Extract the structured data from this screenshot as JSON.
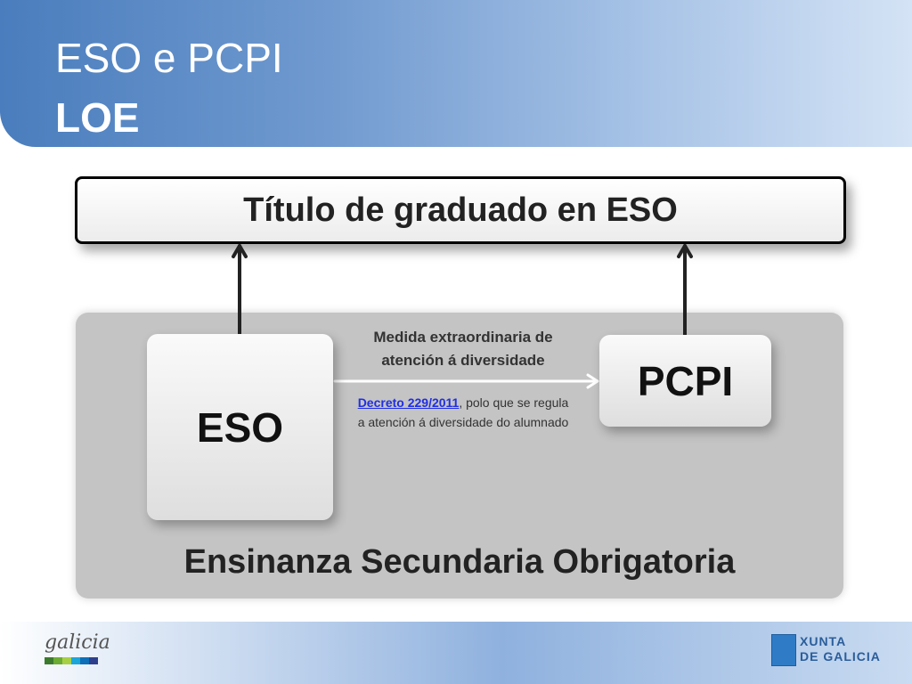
{
  "header": {
    "line1": "ESO e PCPI",
    "line2": "LOE"
  },
  "diagram": {
    "top_title": "Título de graduado en ESO",
    "eso_label": "ESO",
    "pcpi_label": "PCPI",
    "measure_text": "Medida extraordinaria de atención á diversidade",
    "decree_link": "Decreto 229/2011",
    "decree_rest": ", polo que se regula a atención á diversidade do alumnado",
    "panel_label": "Ensinanza Secundaria Obrigatoria"
  },
  "footer": {
    "galicia_logo": "galicia",
    "xunta_logo": "XUNTA DE GALICIA"
  },
  "colors": {
    "header_blue": "#4a7dbd",
    "link_blue": "#1f2ee6",
    "panel_gray": "#c4c4c4"
  }
}
